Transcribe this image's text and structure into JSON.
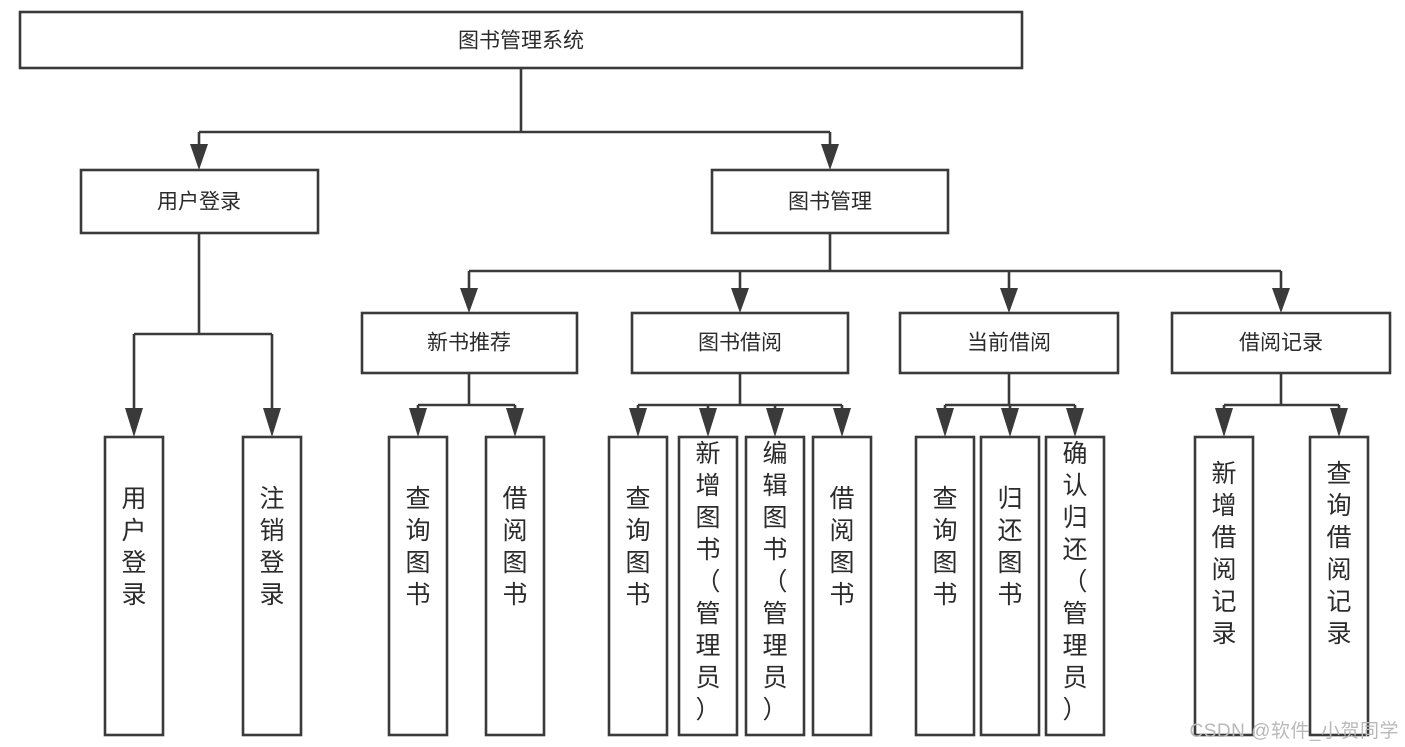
{
  "diagram": {
    "title": "图书管理系统",
    "watermark": "CSDN @软件_小贺同学",
    "colors": {
      "stroke": "#3a3a3a",
      "fill": "#ffffff",
      "text": "#2b2b2b",
      "watermark": "#b9b9b9",
      "background": "#ffffff"
    },
    "root": {
      "id": "root",
      "label": "图书管理系统"
    },
    "level1": [
      {
        "id": "user-login",
        "label": "用户登录"
      },
      {
        "id": "book-manage",
        "label": "图书管理"
      }
    ],
    "level2": [
      {
        "id": "new-book-rec",
        "label": "新书推荐",
        "parent": "book-manage"
      },
      {
        "id": "book-borrow",
        "label": "图书借阅",
        "parent": "book-manage"
      },
      {
        "id": "current-borrow",
        "label": "当前借阅",
        "parent": "book-manage"
      },
      {
        "id": "borrow-record",
        "label": "借阅记录",
        "parent": "book-manage"
      }
    ],
    "leaves": [
      {
        "id": "leaf-user-login",
        "label": "用户登录",
        "parent": "user-login"
      },
      {
        "id": "leaf-logout",
        "label": "注销登录",
        "parent": "user-login"
      },
      {
        "id": "leaf-query-book-1",
        "label": "查询图书",
        "parent": "new-book-rec"
      },
      {
        "id": "leaf-borrow-book-1",
        "label": "借阅图书",
        "parent": "new-book-rec"
      },
      {
        "id": "leaf-query-book-2",
        "label": "查询图书",
        "parent": "book-borrow"
      },
      {
        "id": "leaf-add-book",
        "label": "新增图书（管理员）",
        "parent": "book-borrow"
      },
      {
        "id": "leaf-edit-book",
        "label": "编辑图书（管理员）",
        "parent": "book-borrow"
      },
      {
        "id": "leaf-borrow-book-2",
        "label": "借阅图书",
        "parent": "book-borrow"
      },
      {
        "id": "leaf-query-book-3",
        "label": "查询图书",
        "parent": "current-borrow"
      },
      {
        "id": "leaf-return-book",
        "label": "归还图书",
        "parent": "current-borrow"
      },
      {
        "id": "leaf-confirm-return",
        "label": "确认归还（管理员）",
        "parent": "current-borrow"
      },
      {
        "id": "leaf-add-record",
        "label": "新增借阅记录",
        "parent": "borrow-record"
      },
      {
        "id": "leaf-query-record",
        "label": "查询借阅记录",
        "parent": "borrow-record"
      }
    ]
  }
}
